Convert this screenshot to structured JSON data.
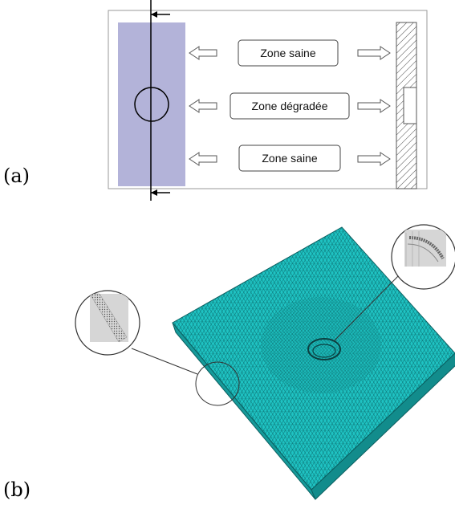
{
  "panel_a": {
    "label": "(a)",
    "zones": [
      {
        "text": "Zone saine"
      },
      {
        "text": "Zone dégradée"
      },
      {
        "text": "Zone saine"
      }
    ],
    "colors": {
      "specimen": "#b3b3d9",
      "border": "#7d7d7d",
      "line": "#000000"
    }
  },
  "panel_b": {
    "label": "(b)",
    "colors": {
      "mesh": "#1fc3c3",
      "mesh_line": "#0d6e6e",
      "inset_bg": "#d6d6d6"
    }
  }
}
